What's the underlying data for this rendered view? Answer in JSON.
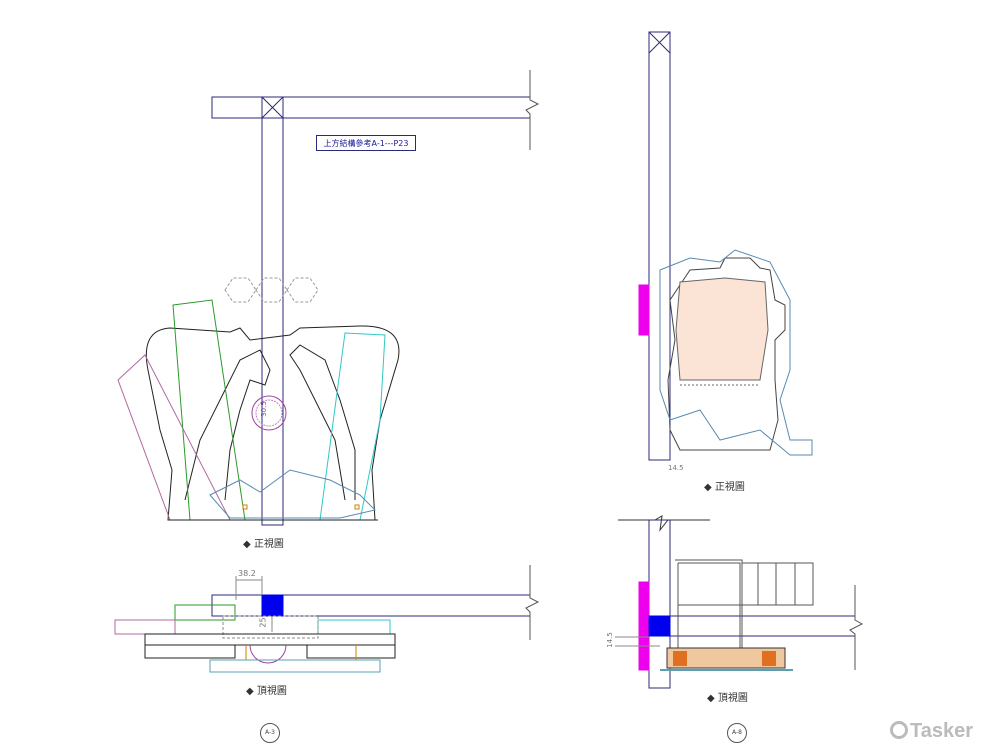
{
  "left_drawing": {
    "note": "上方結構參考A-1---P23",
    "front_view_label": "◆ 正視圖",
    "top_view_label": "◆ 頂視圖",
    "circle_dim": "30.5",
    "dim_width": "38.2",
    "dim_depth": "25",
    "ref": "A-3"
  },
  "right_drawing": {
    "front_view_label": "◆ 正視圖",
    "top_view_label": "◆ 頂視圖",
    "dim_front": "14.5",
    "dim_top": "14.5",
    "ref": "A-8"
  },
  "watermark": "Tasker",
  "colors": {
    "structure": "#2a2a7a",
    "bracket": "#0000ee",
    "mount": "#ee00ee",
    "outline": "#222222"
  }
}
